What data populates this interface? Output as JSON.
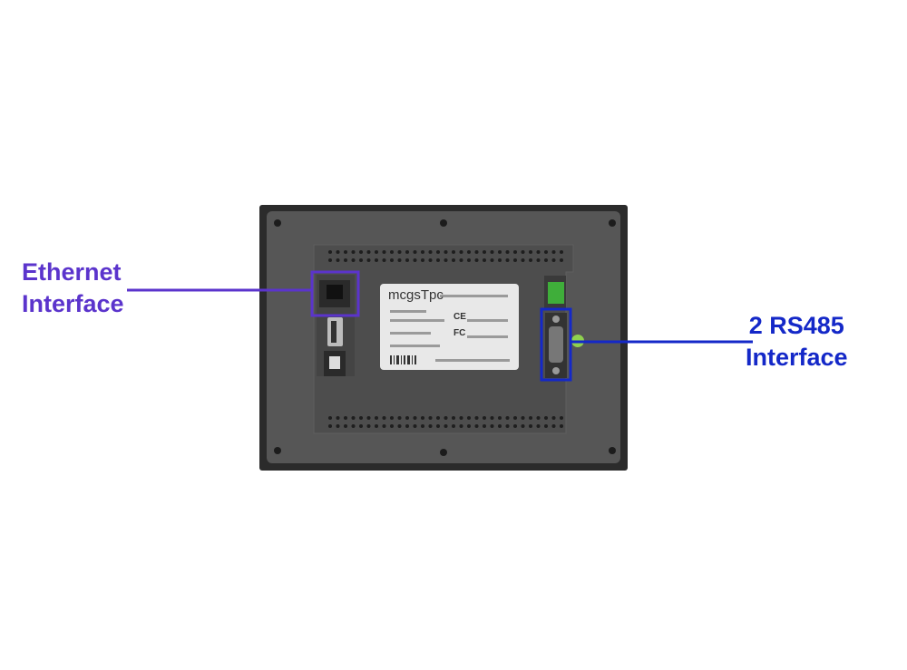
{
  "colors": {
    "ethernet": "#5b34cc",
    "rs485": "#1428c8",
    "device": "#4a4a4a"
  },
  "callouts": {
    "ethernet": {
      "line1": "Ethernet",
      "line2": "Interface"
    },
    "rs485": {
      "line1": "2 RS485",
      "line2": "Interface"
    }
  },
  "label": {
    "brand": "mcgsTpc",
    "ce": "CE",
    "fc": "FC"
  }
}
